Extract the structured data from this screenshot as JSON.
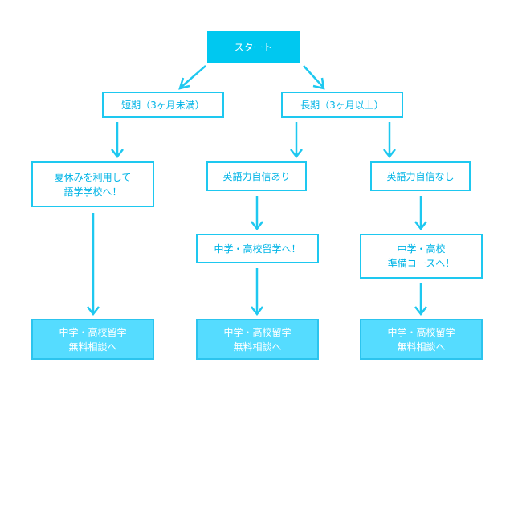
{
  "colors": {
    "accent": "#1ec8f0",
    "start_fill": "#00c8f0",
    "result_fill": "#55dcff",
    "text": "#00b4e6"
  },
  "flow": {
    "start": "スタート",
    "short_term": "短期（3ヶ月未満）",
    "long_term": "長期（3ヶ月以上）",
    "summer_school": "夏休みを利用して\n語学学校へ！",
    "confident": "英語力自信あり",
    "not_confident": "英語力自信なし",
    "study_abroad": "中学・高校留学へ！",
    "prep_course": "中学・高校\n準備コースへ！",
    "consult_1": "中学・高校留学\n無料相談へ",
    "consult_2": "中学・高校留学\n無料相談へ",
    "consult_3": "中学・高校留学\n無料相談へ"
  }
}
